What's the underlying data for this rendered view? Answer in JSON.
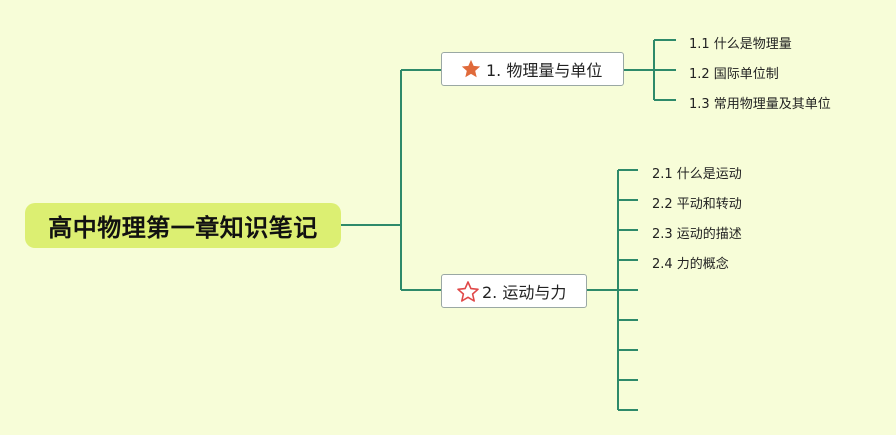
{
  "root": {
    "label": "高中物理第一章知识笔记"
  },
  "branches": [
    {
      "label": "1. 物理量与单位",
      "icon": "filled-star-icon",
      "children": [
        "1.1 什么是物理量",
        "1.2 国际单位制",
        "1.3 常用物理量及其单位"
      ]
    },
    {
      "label": "2. 运动与力",
      "icon": "outline-star-icon",
      "children": [
        "2.1 什么是运动",
        "2.2 平动和转动",
        "2.3 运动的描述",
        "2.4 力的概念",
        "",
        "",
        "",
        "",
        ""
      ]
    }
  ],
  "colors": {
    "line": "#2e8a6a",
    "root": "#dcef72",
    "star": "#e06a3a",
    "background": "#f7fdd8"
  }
}
